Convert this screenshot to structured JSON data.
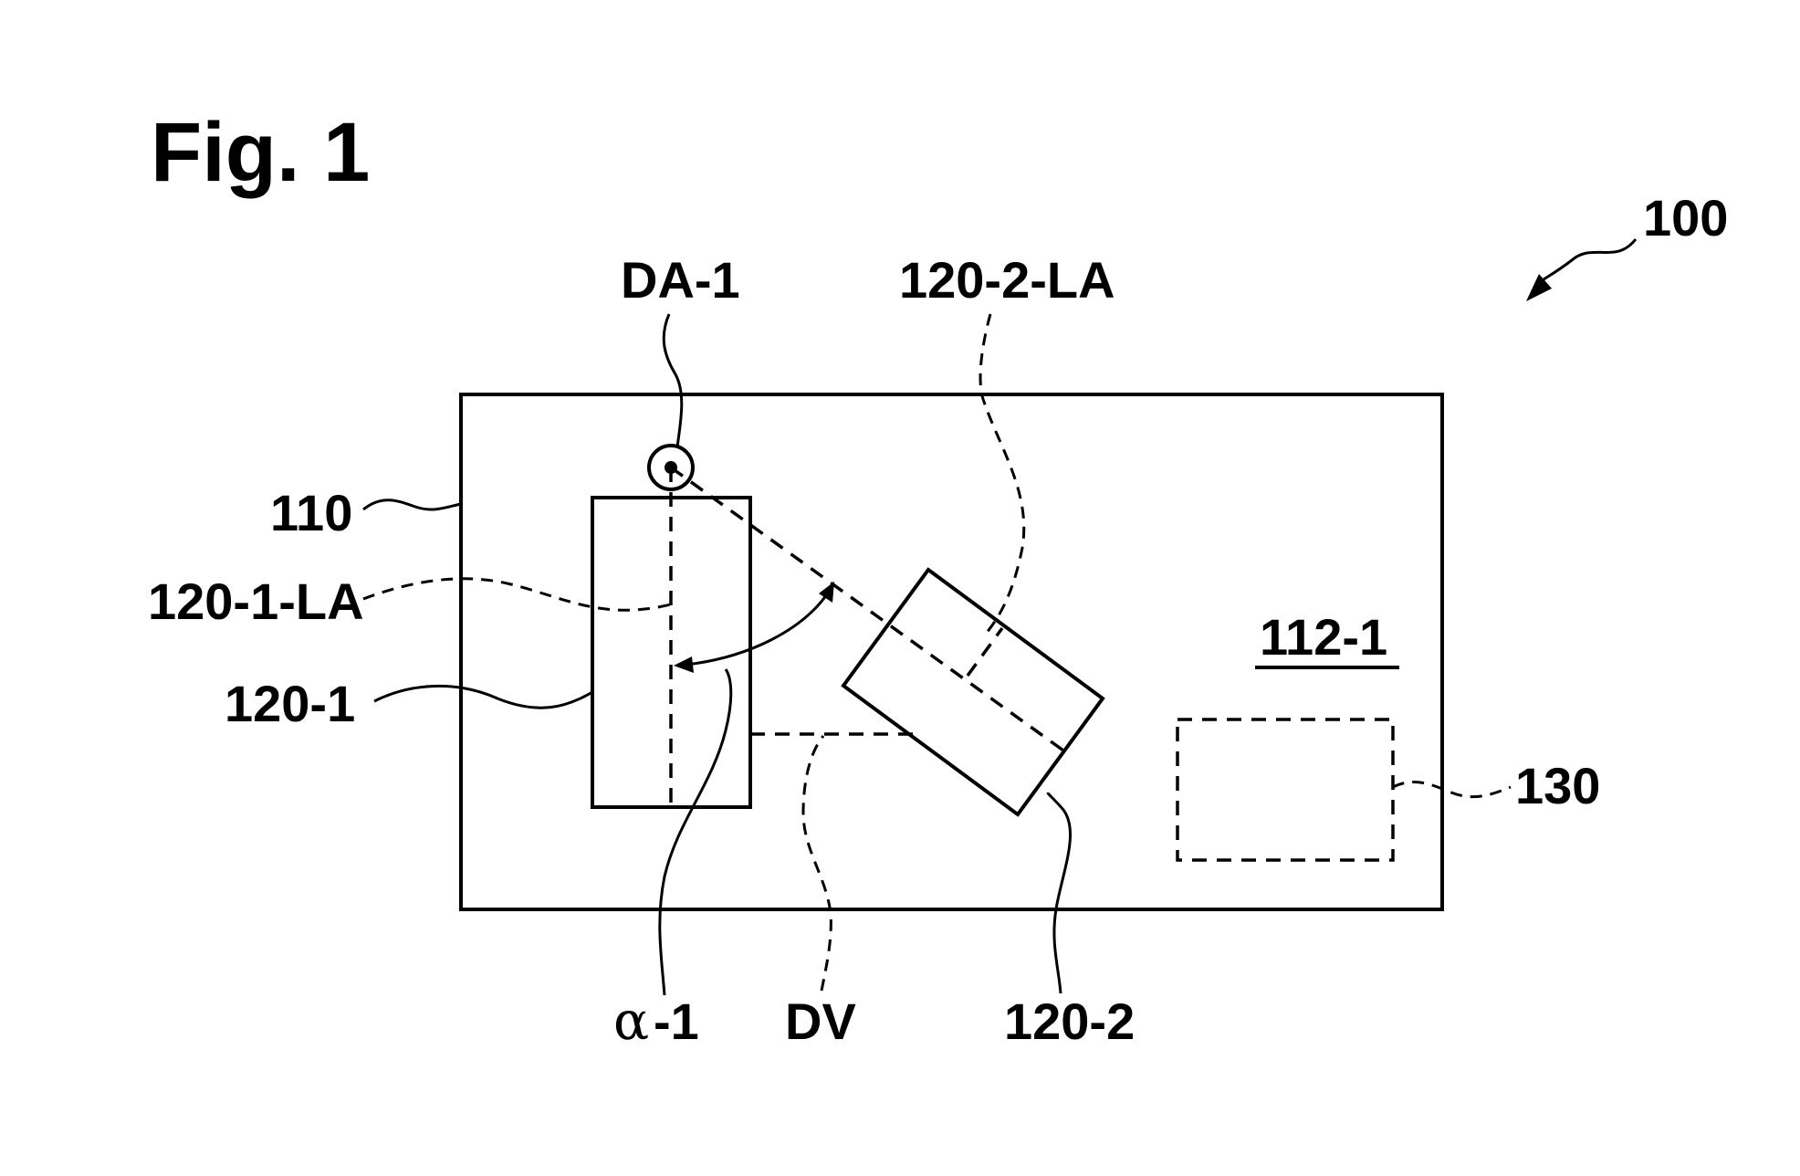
{
  "figure": {
    "title": "Fig. 1"
  },
  "labels": {
    "ref_100": "100",
    "ref_da1": "DA-1",
    "ref_120_2_la": "120-2-LA",
    "ref_110": "110",
    "ref_120_1_la": "120-1-LA",
    "ref_120_1": "120-1",
    "ref_112_1": "112-1",
    "ref_130": "130",
    "ref_alpha_symbol": "α",
    "ref_alpha_suffix": "-1",
    "ref_dv": "DV",
    "ref_120_2": "120-2"
  }
}
